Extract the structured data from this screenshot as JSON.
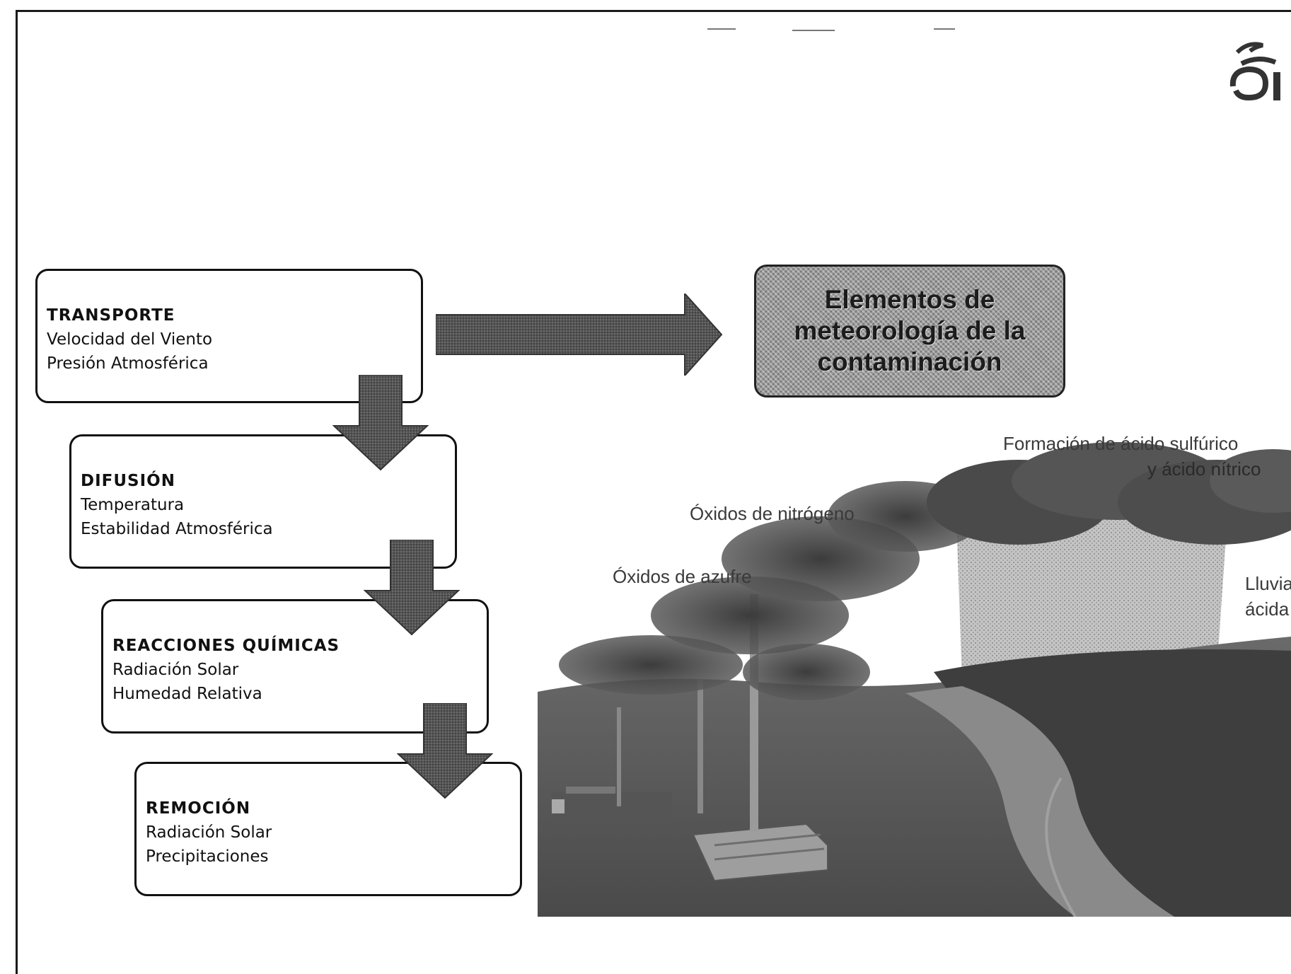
{
  "diagram": {
    "title": "Elementos de meteorología de la contaminación",
    "stages": [
      {
        "title": "TRANSPORTE",
        "factors": [
          "Velocidad del Viento",
          "Presión Atmosférica"
        ]
      },
      {
        "title": "DIFUSIÓN",
        "factors": [
          "Temperatura",
          "Estabilidad Atmosférica"
        ]
      },
      {
        "title": "REACCIONES QUÍMICAS",
        "factors": [
          "Radiación Solar",
          "Humedad Relativa"
        ]
      },
      {
        "title": "REMOCIÓN",
        "factors": [
          "Radiación Solar",
          "Precipitaciones"
        ]
      }
    ]
  },
  "illustration": {
    "labels": {
      "acid_formation_line1": "Formación de ácido sulfúrico",
      "acid_formation_line2": "y ácido nítrico",
      "nitrogen_oxides": "Óxidos de nitrógeno",
      "sulfur_oxides": "Óxidos de azufre",
      "acid_rain_line1": "Lluvia",
      "acid_rain_line2": "ácida"
    }
  },
  "colors": {
    "arrow_fill": "#555555",
    "title_box_fill": "#9a9a9a",
    "outline": "#111111"
  }
}
